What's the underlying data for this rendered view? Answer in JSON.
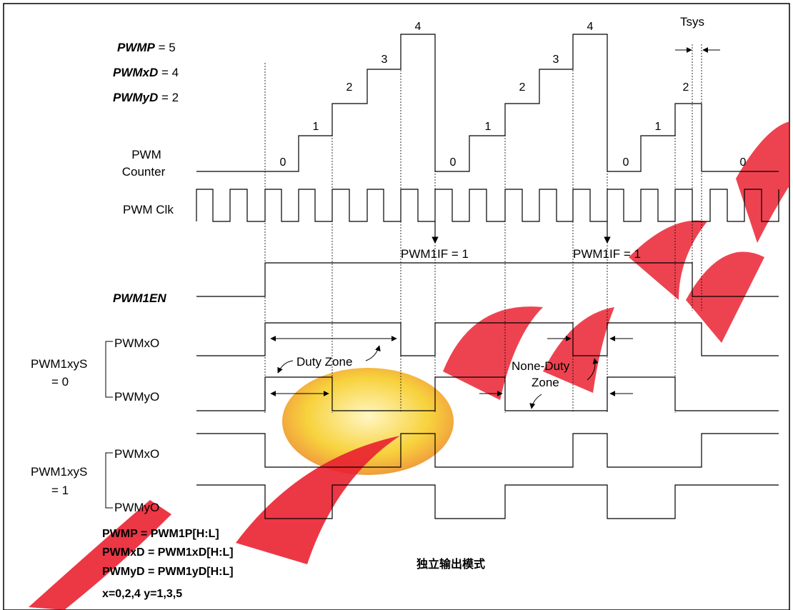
{
  "params": [
    {
      "name": "PWMP",
      "value": " = 5"
    },
    {
      "name": "PWMxD",
      "value": " = 4"
    },
    {
      "name": "PWMyD",
      "value": " = 2"
    }
  ],
  "signals": {
    "counter_line1": "PWM",
    "counter_line2": "Counter",
    "clk": "PWM Clk",
    "enable": "PWM1EN",
    "group0_line1": "PWM1xyS",
    "group0_line2": "= 0",
    "group1_line1": "PWM1xyS",
    "group1_line2": "= 1",
    "pwmxo": "PWMxO",
    "pwmyo": "PWMyO"
  },
  "counter_values": [
    "0",
    "1",
    "2",
    "3",
    "4",
    "0",
    "1",
    "2",
    "3",
    "4",
    "0",
    "1",
    "2",
    "0"
  ],
  "interrupt_label": "PWM1IF = 1",
  "tsys_label": "Tsys",
  "annotations": {
    "duty_zone": "Duty Zone",
    "none_duty_line1": "None-Duty",
    "none_duty_line2": "Zone"
  },
  "formulas": [
    "PWMP = PWM1P[H:L]",
    "PWMxD = PWM1xD[H:L]",
    "PWMyD = PWM1yD[H:L]",
    "x=0,2,4  y=1,3,5"
  ],
  "mode_title": "独立输出模式",
  "colors": {
    "waveform": "#000000",
    "watermark": "#e8081a",
    "watermark_accent": "#f5b800"
  }
}
